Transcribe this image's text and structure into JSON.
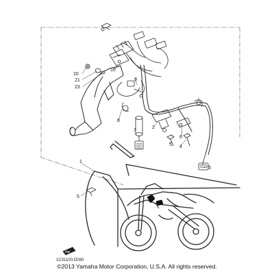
{
  "callouts": {
    "c1": "1",
    "c2": "2",
    "c3": "3",
    "c4": "4",
    "c5a": "5",
    "c5b": "5",
    "c6": "6",
    "c7": "7",
    "c8": "8",
    "c9": "9",
    "c10": "10",
    "c20": "20",
    "c21": "21",
    "c23": "23"
  },
  "fwd_label": "FWD",
  "diagram_code": "1C31100-D080",
  "copyright": "©2013 Yamaha Motor Corporation, U.S.A. All rights reserved."
}
